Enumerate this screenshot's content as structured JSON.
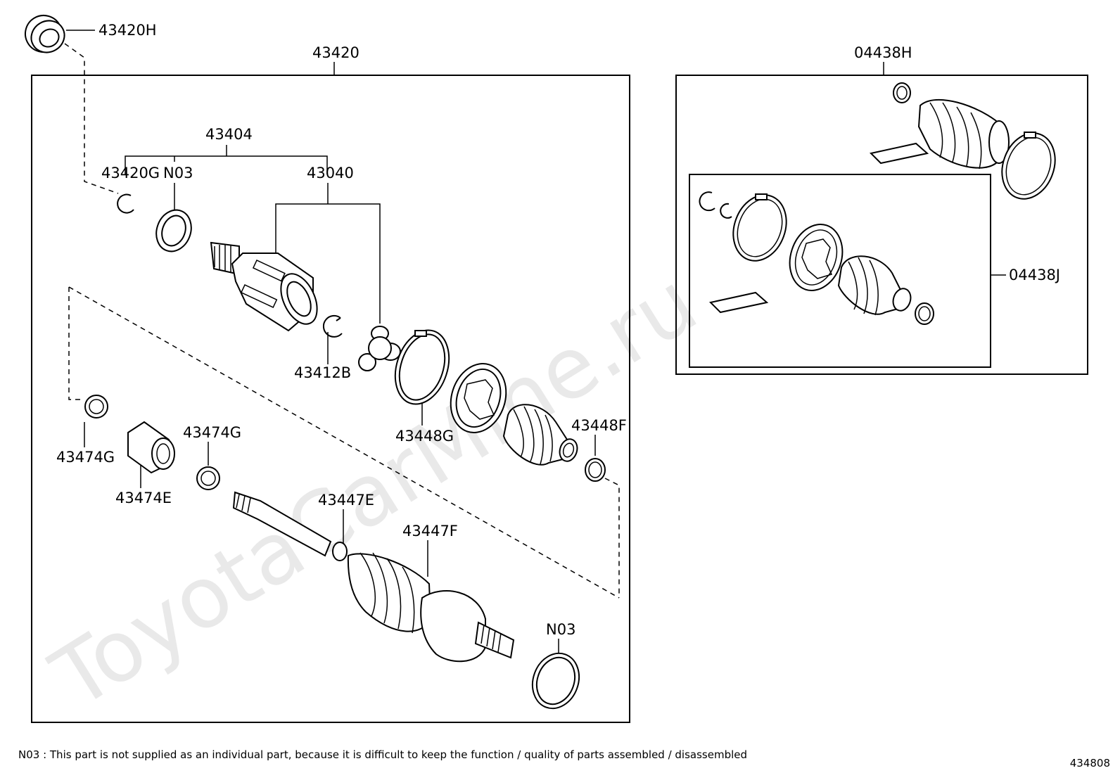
{
  "watermark": "ToyotaCarMine.ru",
  "labels": {
    "p43420H": "43420H",
    "p43420": "43420",
    "p43404": "43404",
    "p43420G": "43420G",
    "pN03_top": "N03",
    "p43040": "43040",
    "p43412B": "43412B",
    "p43448G": "43448G",
    "p43448F": "43448F",
    "p43474G_left": "43474G",
    "p43474E": "43474E",
    "p43474G_mid": "43474G",
    "p43447E": "43447E",
    "p43447F": "43447F",
    "pN03_bottom": "N03",
    "p04438H": "04438H",
    "p04438J": "04438J"
  },
  "footnote": "N03 : This part is not supplied as an individual part, because it is difficult to keep the function / quality of parts  assembled / disassembled",
  "catalog_id": "434808"
}
